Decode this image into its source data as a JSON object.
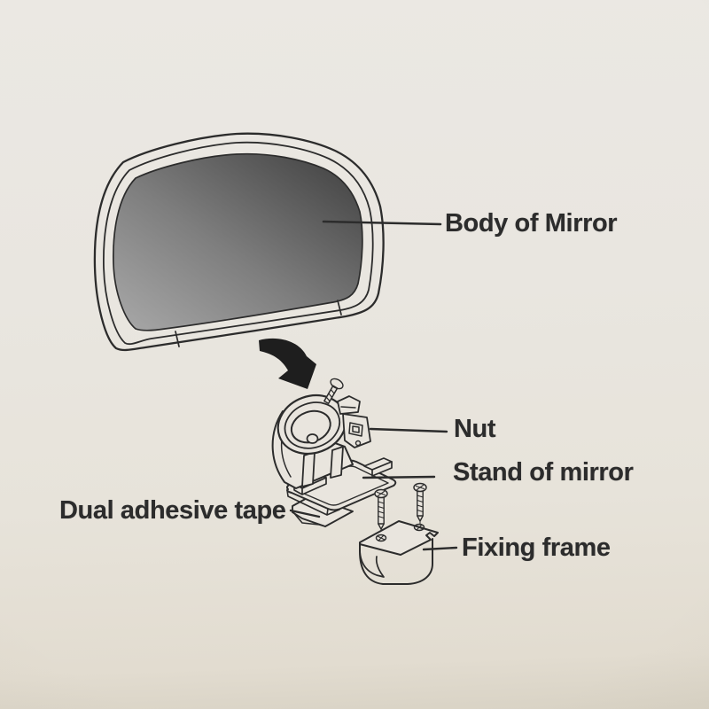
{
  "diagram": {
    "description": "Exploded parts diagram of a car blind-spot auxiliary mirror",
    "labels": [
      {
        "id": "body-of-mirror",
        "text": "Body of Mirror"
      },
      {
        "id": "nut",
        "text": "Nut"
      },
      {
        "id": "stand-of-mirror",
        "text": "Stand of mirror"
      },
      {
        "id": "dual-adhesive-tape",
        "text": "Dual adhesive tape"
      },
      {
        "id": "fixing-frame",
        "text": "Fixing frame"
      }
    ],
    "colors": {
      "ink": "#2c2c2c",
      "paper": "#e9e5de",
      "paper_top": "#ebe8e3",
      "paper_bottom": "#d8d2c4",
      "glass_light": "#a9a9a9",
      "glass_mid": "#7e7e7e",
      "glass_dark": "#3e3e3e",
      "arrow_black": "#1e1e1e",
      "screw_head_dark": "#3a3a3a"
    }
  }
}
